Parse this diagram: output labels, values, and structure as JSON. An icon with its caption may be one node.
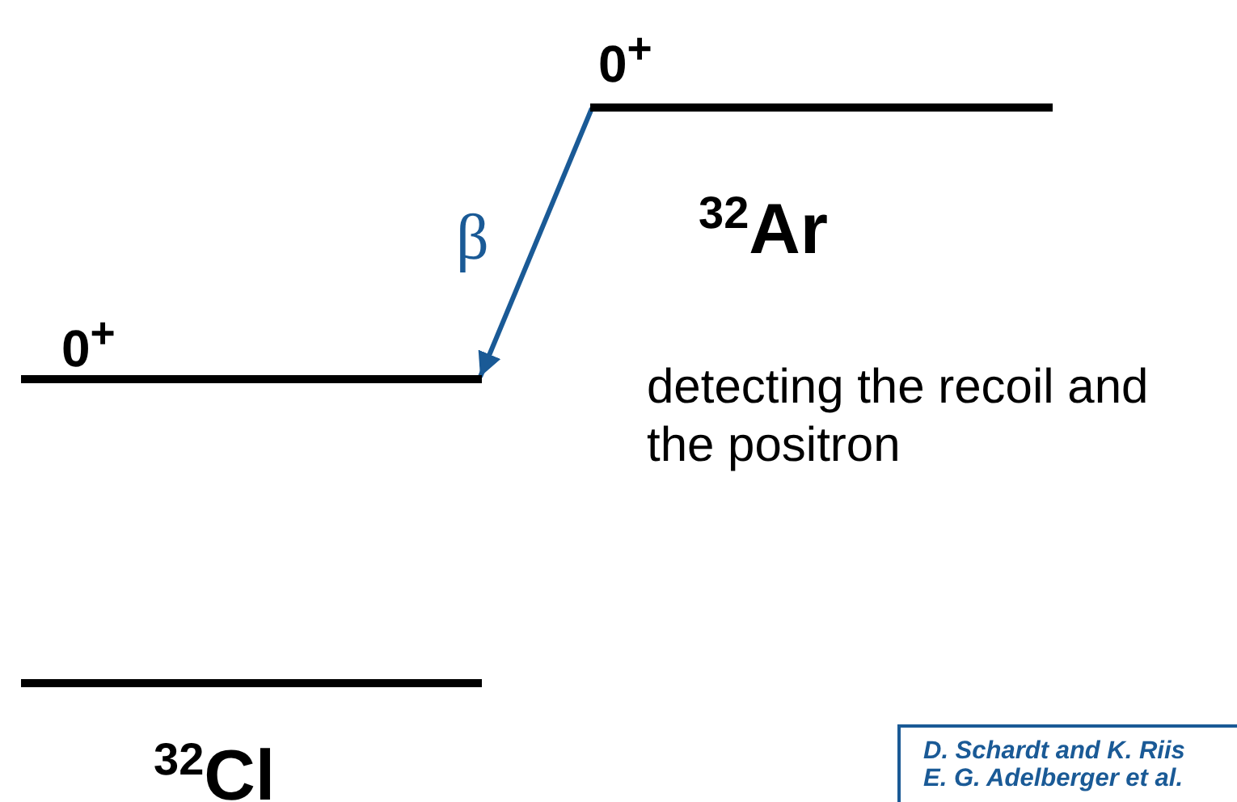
{
  "diagram": {
    "nodes": [
      {
        "text": [
          "0$^{+}$"
        ],
        "beside": [
          "$^{32}$Ar"
        ]
      },
      {
        "text": [
          "0$^{+}$"
        ]
      },
      {
        "text": [],
        "shape": "bar",
        "beside": [
          "$^{32}$Cl"
        ]
      },
      {
        "text": [
          "D. Schardt and K. Riis",
          "E. G. Adelberger et al."
        ]
      }
    ],
    "edges": [
      {
        "from": 0,
        "to": 1,
        "arrow": "to",
        "label": "β",
        "color": "#1a5a96"
      }
    ],
    "labels": [
      "detecting the recoil and the positron"
    ]
  }
}
